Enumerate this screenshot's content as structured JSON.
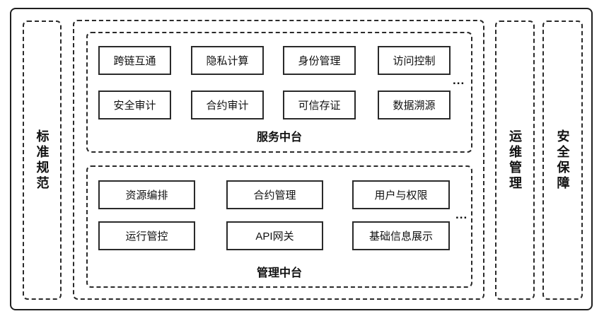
{
  "diagram": {
    "left_pillar": {
      "label": "标准规范"
    },
    "service_platform": {
      "label": "服务中台",
      "ellipsis": "...",
      "items": [
        "跨链互通",
        "隐私计算",
        "身份管理",
        "访问控制",
        "安全审计",
        "合约审计",
        "可信存证",
        "数据溯源"
      ]
    },
    "management_platform": {
      "label": "管理中台",
      "ellipsis": "...",
      "items": [
        "资源编排",
        "合约管理",
        "用户与权限",
        "运行管控",
        "API网关",
        "基础信息展示"
      ]
    },
    "ops_pillar": {
      "label": "运维管理"
    },
    "security_pillar": {
      "label": "安全保障"
    },
    "colors": {
      "border": "#1f1f1f",
      "dashed_border": "#2a2a2a",
      "background": "#ffffff",
      "text": "#111111"
    }
  }
}
